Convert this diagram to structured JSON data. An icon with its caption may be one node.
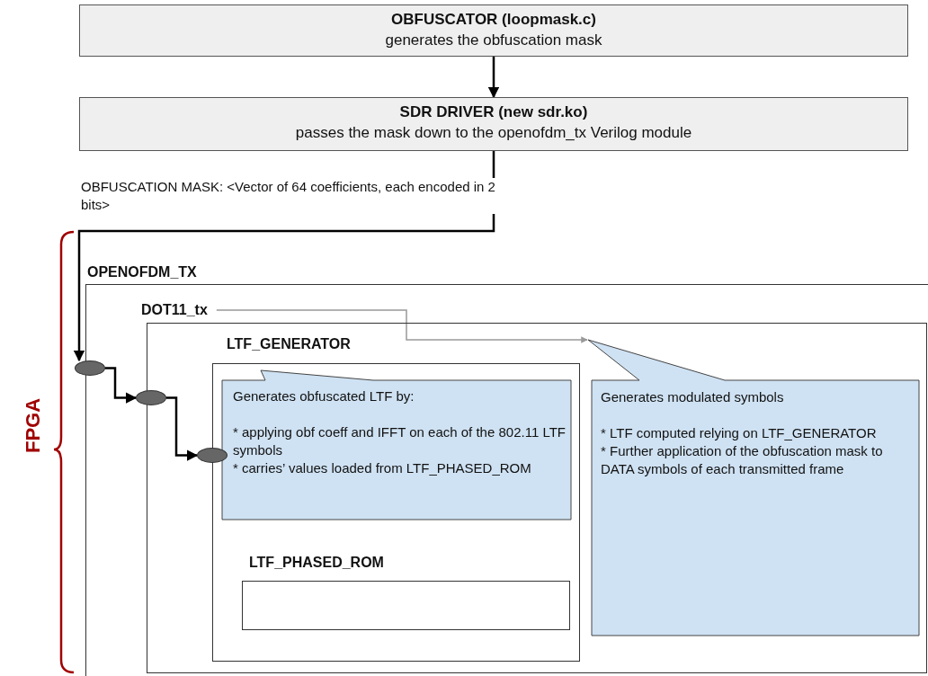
{
  "diagram": {
    "nodes": [
      {
        "text": [
          "OBFUSCATOR (loopmask.c)",
          "generates the obfuscation mask"
        ]
      },
      {
        "text": [
          "SDR DRIVER (new sdr.ko)",
          "passes the mask down to the openofdm_tx Verilog module"
        ]
      },
      {
        "text": [
          "OPENOFDM_TX"
        ]
      },
      {
        "text": [
          "DOT11_tx"
        ],
        "in": 2
      },
      {
        "text": [
          "LTF_GENERATOR"
        ],
        "in": 3
      },
      {
        "text": [
          "Generates obfuscated LTF by:",
          "* applying obf coeff and IFFT on each of the 802.11 LTF symbols",
          "* carries’ values loaded from LTF_PHASED_ROM"
        ],
        "in": 4
      },
      {
        "text": [
          "LTF_PHASED_ROM"
        ],
        "in": 4
      },
      {
        "text": [
          "Generates modulated symbols",
          "* LTF computed relying on LTF_GENERATOR",
          "* Further application of the obfuscation mask to DATA symbols of each transmitted frame"
        ],
        "in": 3
      },
      {
        "text": [],
        "shape": "ellipse"
      },
      {
        "text": [],
        "shape": "ellipse",
        "in": 2
      },
      {
        "text": [],
        "shape": "ellipse",
        "in": 3
      }
    ],
    "edges": [
      {
        "from": 0,
        "to": 1,
        "arrow": "to"
      },
      {
        "from": 1,
        "to": 8,
        "arrow": "to",
        "label": "OBFUSCATION MASK: <Vector of 64 coefficients, each encoded in 2 bits>"
      },
      {
        "from": 8,
        "to": 9,
        "arrow": "to"
      },
      {
        "from": 9,
        "to": 10,
        "arrow": "to"
      },
      {
        "from": 3,
        "to": 7,
        "arrow": "to",
        "color": "#999999"
      }
    ],
    "labels": [
      "FPGA"
    ]
  }
}
